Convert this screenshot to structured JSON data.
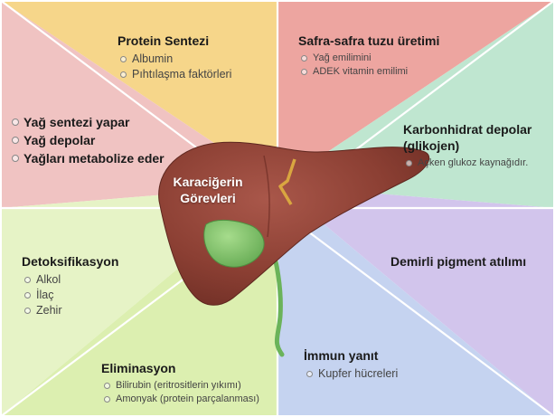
{
  "colors": {
    "orange": "#f6d68a",
    "pink": "#f0c3c2",
    "salmon": "#eda5a0",
    "mint": "#bfe6d0",
    "lime": "#dcefb0",
    "lavender": "#d2c5ec",
    "blue": "#c5d3f0",
    "liver": "#8e4234",
    "gallbladder": "#7cbf6a"
  },
  "center": {
    "line1": "Karaciğerin",
    "line2": "Görevleri"
  },
  "panels": {
    "protein": {
      "title": "Protein Sentezi",
      "items": [
        "Albumin",
        "Pıhtılaşma faktörleri"
      ]
    },
    "safra": {
      "title": "Safra-safra tuzu üretimi",
      "items": [
        "Yağ emilimini",
        "ADEK vitamin emilimi"
      ]
    },
    "yag": {
      "items": [
        "Yağ sentezi yapar",
        "Yağ depolar",
        "Yağları metabolize eder"
      ]
    },
    "karbonhidrat": {
      "title_line1": "Karbonhidrat depolar",
      "title_line2": "(glikojen)",
      "items": [
        "Açken glukoz kaynağıdır."
      ]
    },
    "detoks": {
      "title": "Detoksifikasyon",
      "items": [
        "Alkol",
        "İlaç",
        "Zehir"
      ]
    },
    "demirli": {
      "title": "Demirli pigment atılımı"
    },
    "eliminasyon": {
      "title": "Eliminasyon",
      "items": [
        "Bilirubin (eritrositlerin yıkımı)",
        "Amonyak (protein parçalanması)"
      ]
    },
    "immun": {
      "title": "İmmun yanıt",
      "items": [
        "Kupfer hücreleri"
      ]
    }
  }
}
